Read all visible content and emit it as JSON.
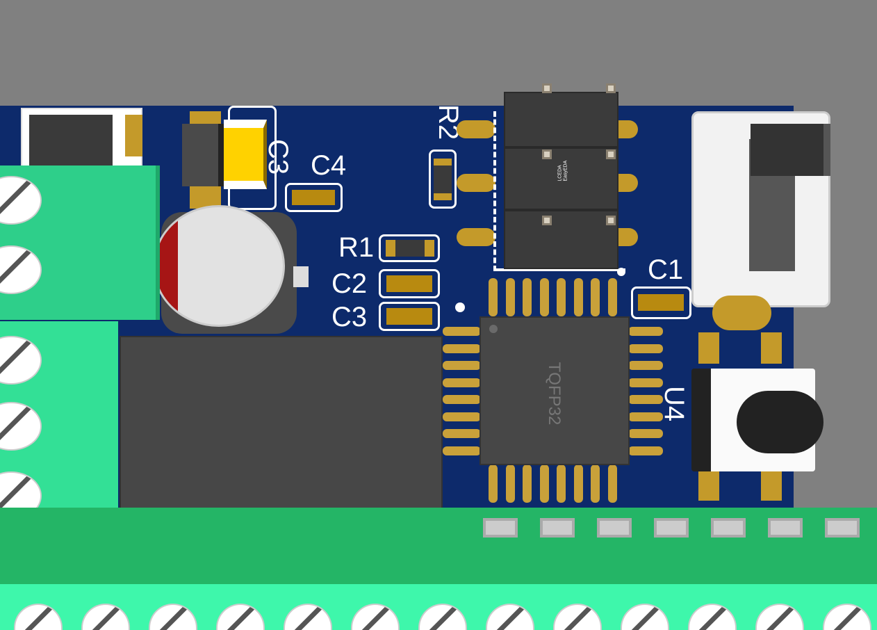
{
  "silkscreen": {
    "c4": "C4",
    "r2": "R2",
    "r1": "R1",
    "c2": "C2",
    "c3": "C3",
    "c1": "C1",
    "u4": "U4",
    "c3_hidden": "C3"
  },
  "ic": {
    "package": "TQFP32",
    "pins_per_side": 8
  },
  "header_logo": {
    "text1": "LCEDA",
    "text2": "EasyEDA"
  },
  "colors": {
    "board": "#0d2a6b",
    "pad": "#c49a2a",
    "terminal": "#33d693",
    "ic": "#474747"
  }
}
